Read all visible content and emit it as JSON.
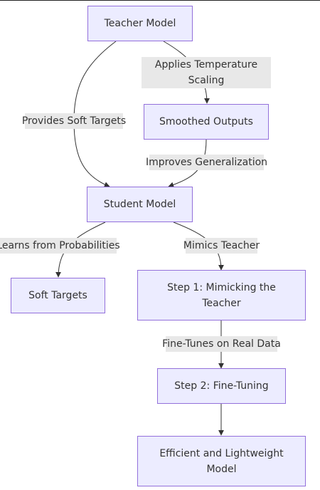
{
  "colors": {
    "node_fill": "#ececff",
    "node_border": "#9370db",
    "edge": "#333333",
    "label_bg": "#e8e8e8",
    "text": "#333333"
  },
  "nodes": {
    "teacher": "Teacher Model",
    "smoothed": "Smoothed Outputs",
    "student": "Student Model",
    "soft_targets": "Soft Targets",
    "step1": "Step 1: Mimicking the Teacher",
    "step2": "Step 2: Fine-Tuning",
    "efficient": "Efficient and Lightweight Model"
  },
  "edge_labels": {
    "temperature": "Applies Temperature Scaling",
    "provides_soft": "Provides Soft Targets",
    "generalization": "Improves Generalization",
    "learns_prob": "Learns from Probabilities",
    "mimics": "Mimics Teacher",
    "fine_tunes": "Fine-Tunes on Real Data"
  }
}
